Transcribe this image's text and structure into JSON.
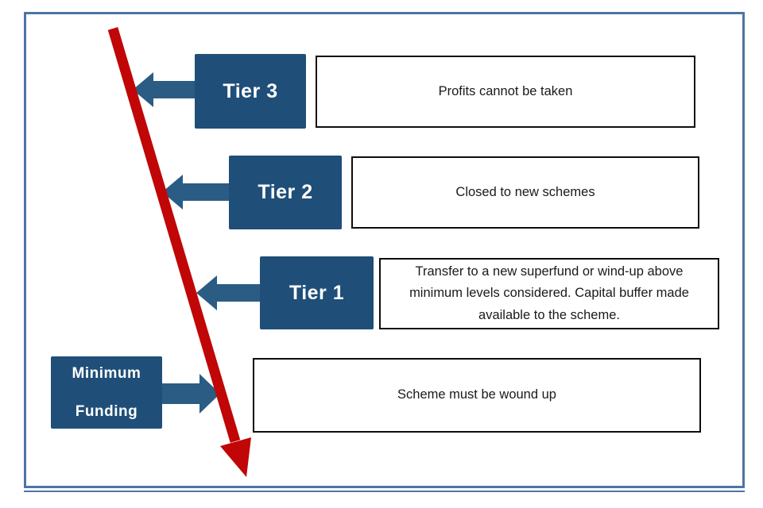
{
  "diagram": {
    "description": "Descending funding-level diagram with tiers",
    "colors": {
      "box_blue": "#1F4E78",
      "arrow_blue": "#2B5C84",
      "trend_red": "#C00606",
      "frame_blue": "#4E74A6",
      "desc_border_black": "#0D0D0D",
      "label_white": "#FFFFFF",
      "text_dark": "#1A1A1A"
    },
    "tiers": [
      {
        "id": "tier-3",
        "label": "Tier 3",
        "description": "Profits cannot be taken",
        "arrow_direction": "left"
      },
      {
        "id": "tier-2",
        "label": "Tier 2",
        "description": "Closed to new schemes",
        "arrow_direction": "left"
      },
      {
        "id": "tier-1",
        "label": "Tier 1",
        "description": "Transfer to a new superfund or wind-up above minimum levels considered. Capital buffer made available to the scheme.",
        "arrow_direction": "left"
      },
      {
        "id": "minimum-funding",
        "label_lines": [
          "Minimum",
          "Funding"
        ],
        "description": "Scheme must be wound up",
        "arrow_direction": "right"
      }
    ],
    "trend_arrow": "descending-left-to-right-down"
  }
}
